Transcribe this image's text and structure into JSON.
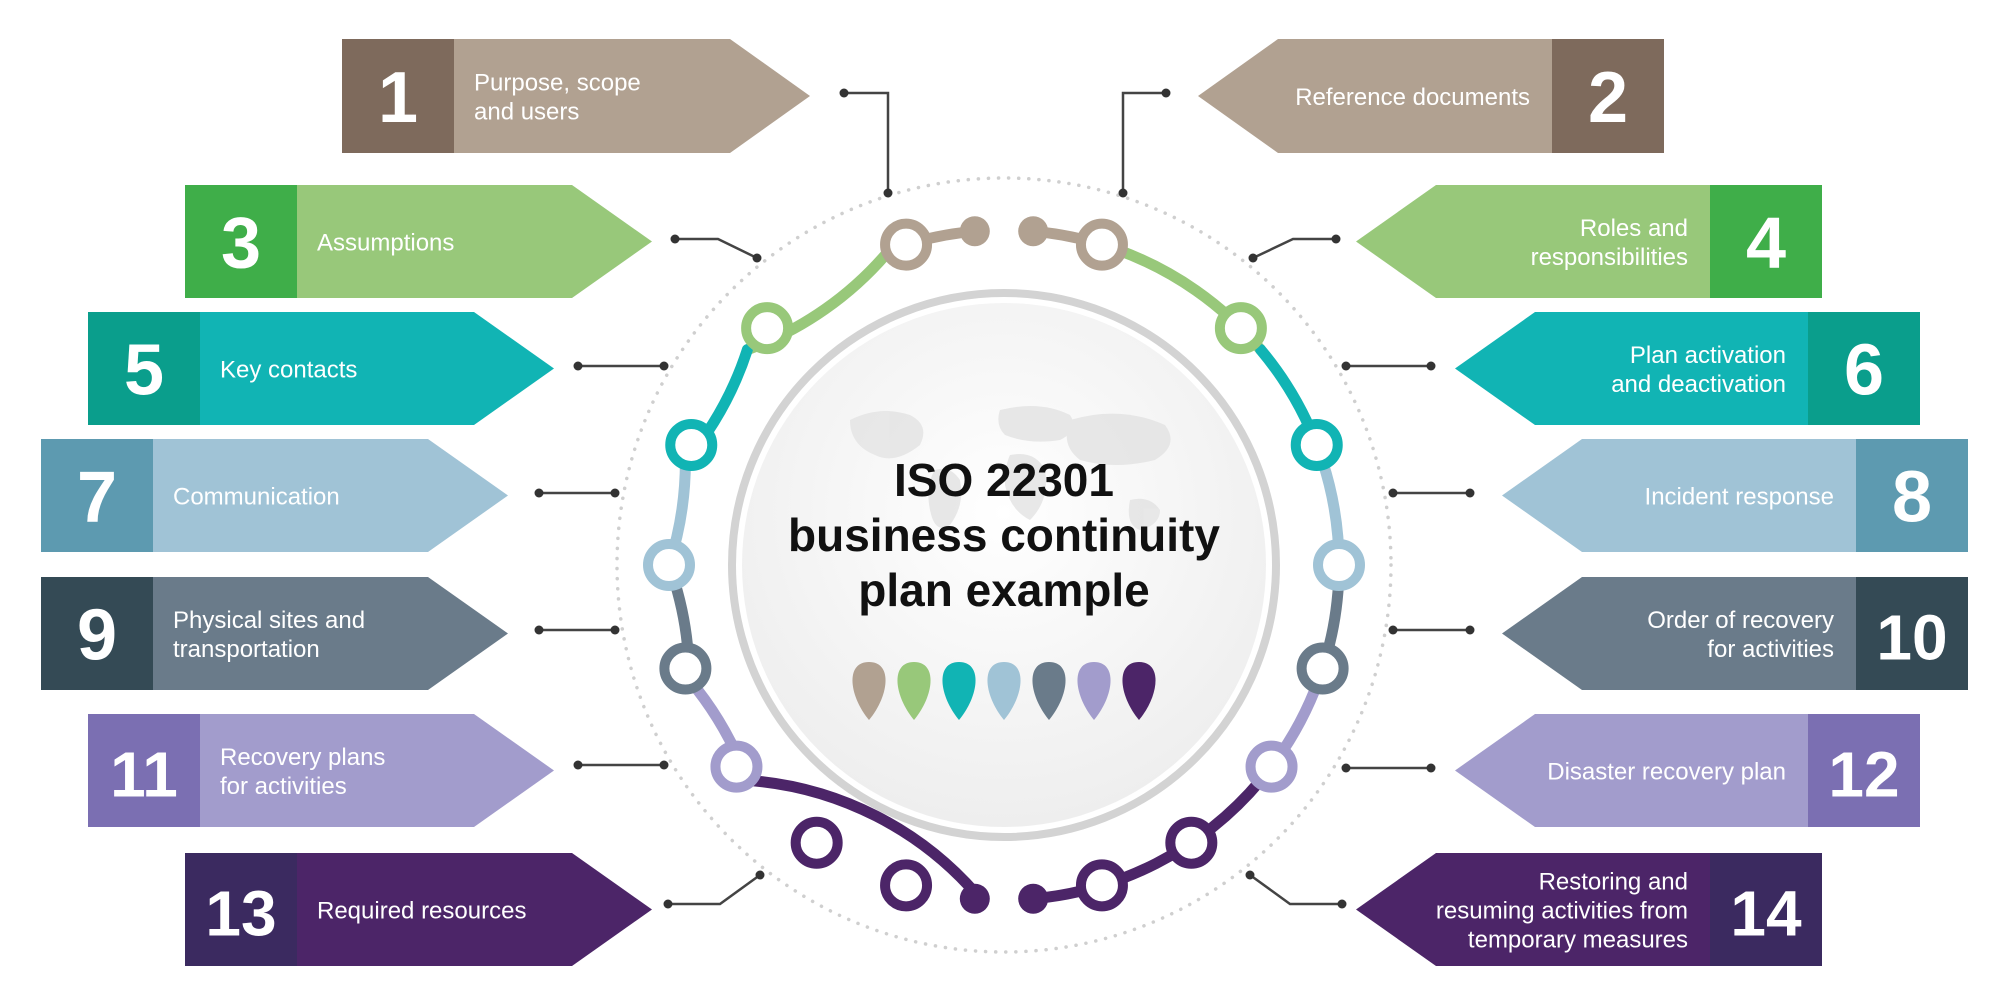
{
  "title": {
    "line1": "ISO 22301",
    "line2": "business continuity",
    "line3": "plan example"
  },
  "colors": {
    "brown_dark": "#7e6a5c",
    "brown_light": "#b1a191",
    "green_dark": "#3fae49",
    "green_light": "#98c87a",
    "teal_dark": "#0a9e8c",
    "teal_light": "#11b4b4",
    "blue_dark": "#5d9ab0",
    "blue_light": "#a0c3d6",
    "slate_dark": "#344a55",
    "slate_light": "#6a7b8a",
    "lav_dark": "#7b6fb2",
    "lav_light": "#a29ccc",
    "purple_dark": "#3b2a60",
    "purple_light": "#4c2568"
  },
  "drops": [
    "#b1a191",
    "#98c87a",
    "#11b4b4",
    "#a0c3d6",
    "#6a7b8a",
    "#a29ccc",
    "#4c2568"
  ],
  "items": [
    {
      "num": "1",
      "lines": [
        "Purpose, scope",
        "and users"
      ]
    },
    {
      "num": "2",
      "lines": [
        "Reference documents"
      ]
    },
    {
      "num": "3",
      "lines": [
        "Assumptions"
      ]
    },
    {
      "num": "4",
      "lines": [
        "Roles and",
        "responsibilities"
      ]
    },
    {
      "num": "5",
      "lines": [
        "Key contacts"
      ]
    },
    {
      "num": "6",
      "lines": [
        "Plan activation",
        "and deactivation"
      ]
    },
    {
      "num": "7",
      "lines": [
        "Communication"
      ]
    },
    {
      "num": "8",
      "lines": [
        "Incident response"
      ]
    },
    {
      "num": "9",
      "lines": [
        "Physical sites and",
        "transportation"
      ]
    },
    {
      "num": "10",
      "lines": [
        "Order of recovery",
        "for activities"
      ]
    },
    {
      "num": "11",
      "lines": [
        "Recovery plans",
        "for activities"
      ]
    },
    {
      "num": "12",
      "lines": [
        "Disaster recovery plan"
      ]
    },
    {
      "num": "13",
      "lines": [
        "Required resources"
      ]
    },
    {
      "num": "14",
      "lines": [
        "Restoring and",
        "resuming activities from",
        "temporary measures"
      ]
    }
  ]
}
